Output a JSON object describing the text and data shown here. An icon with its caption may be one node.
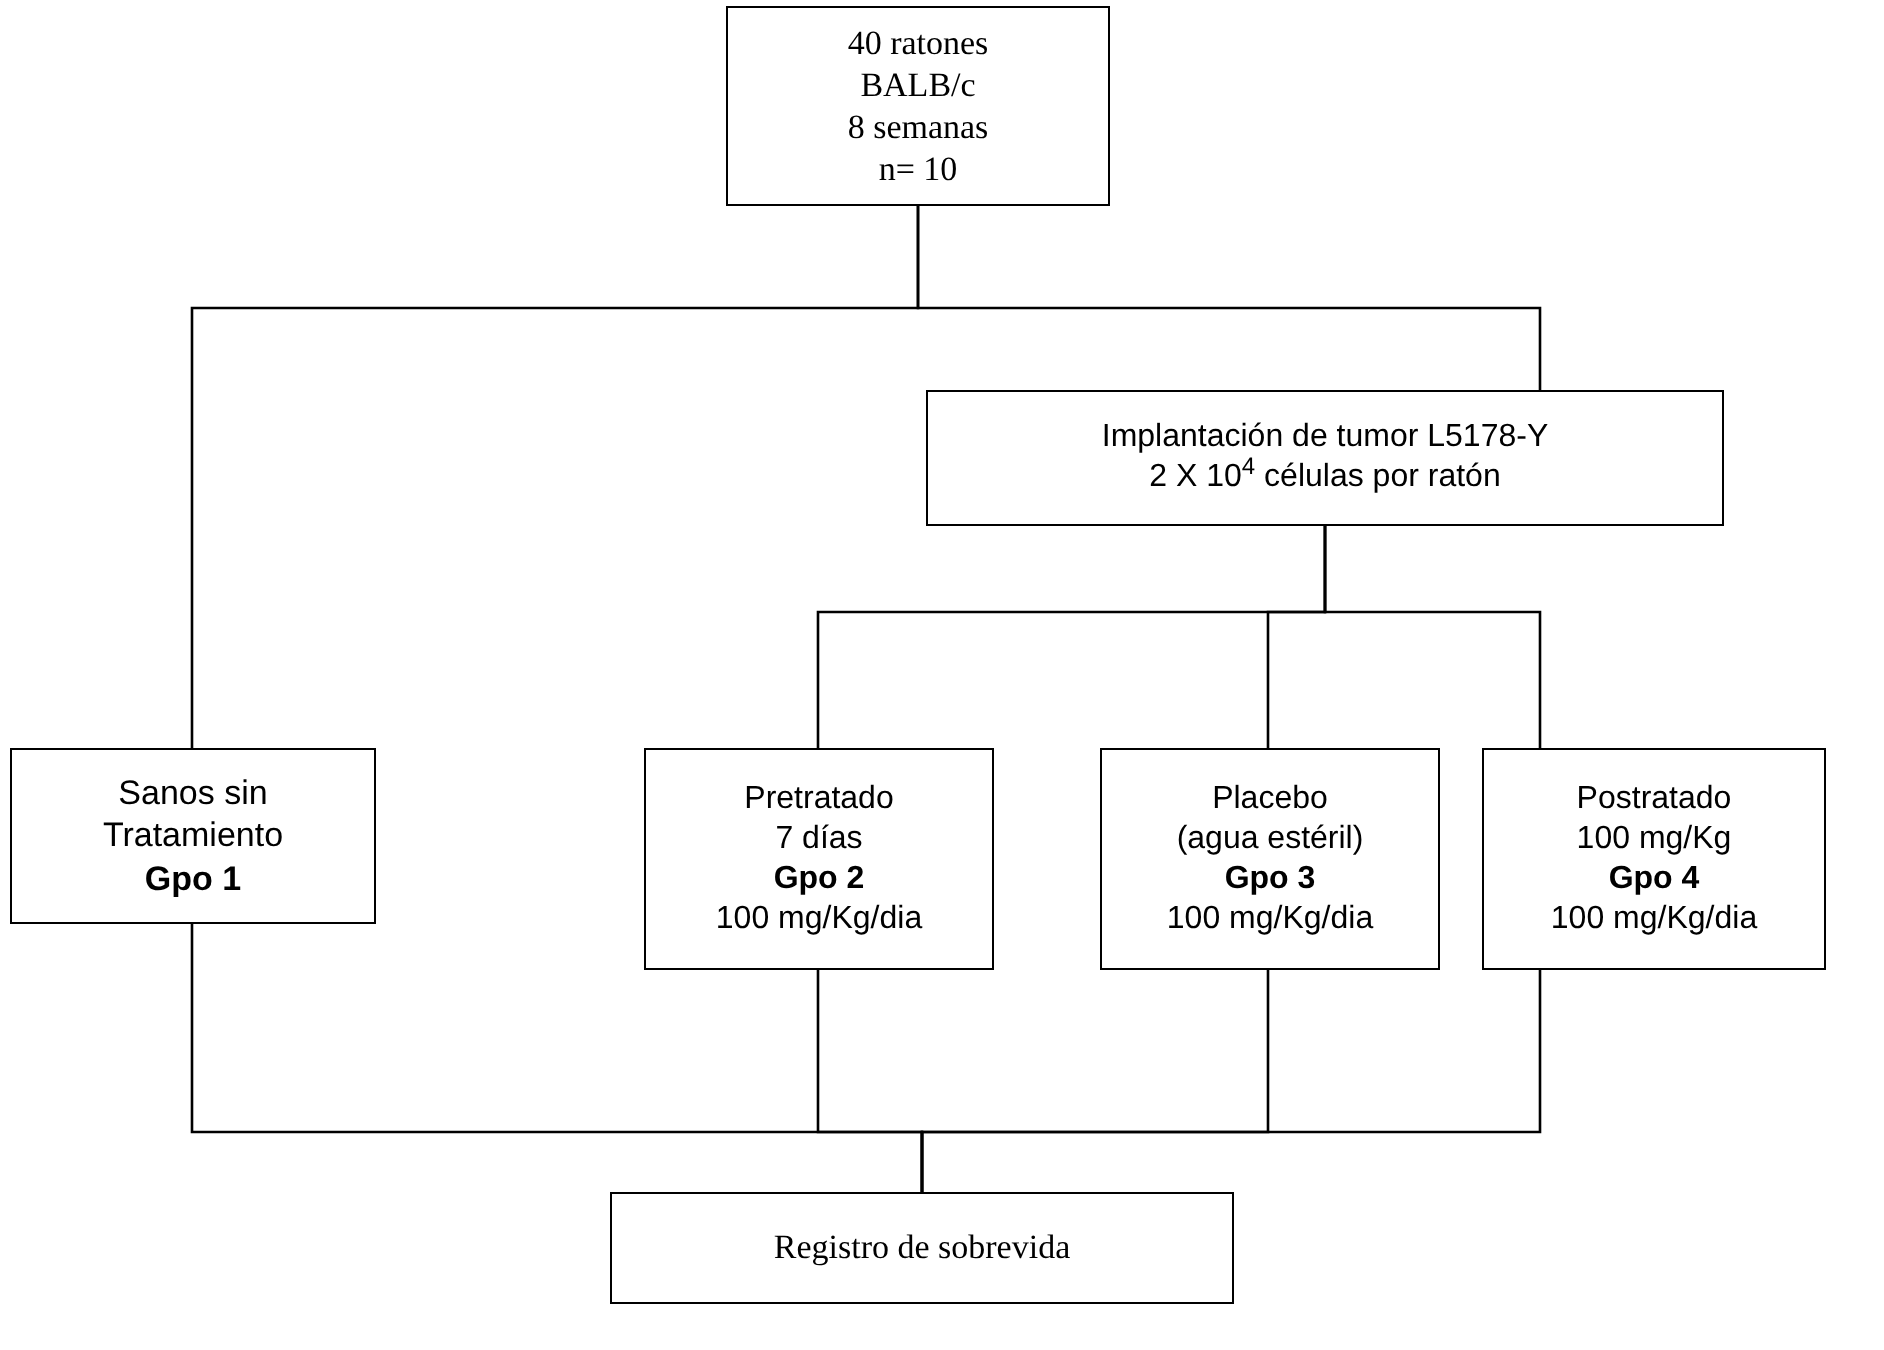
{
  "diagram": {
    "nodes": [
      {
        "text": [
          "40 ratones",
          "BALB/c",
          "8 semanas",
          "n= 10"
        ]
      },
      {
        "text": [
          "Implantación de tumor L5178-Y",
          "2 X 10$^{4}$ células por ratón"
        ]
      },
      {
        "text": [
          "Sanos sin",
          "Tratamiento",
          "Gpo 1"
        ]
      },
      {
        "text": [
          "Pretratado",
          "7 días",
          "Gpo 2",
          "100 mg/Kg/dia"
        ]
      },
      {
        "text": [
          "Placebo",
          "(agua estéril)",
          "Gpo 3",
          "100 mg/Kg/dia"
        ]
      },
      {
        "text": [
          "Postratado",
          "100 mg/Kg",
          "Gpo 4",
          "100 mg/Kg/dia"
        ]
      },
      {
        "text": [
          "Registro de sobrevida"
        ]
      }
    ],
    "edges": [
      {
        "from": 0,
        "to": 2,
        "arrow": "none"
      },
      {
        "from": 0,
        "to": 1,
        "arrow": "none"
      },
      {
        "from": 1,
        "to": 3,
        "arrow": "none"
      },
      {
        "from": 1,
        "to": 4,
        "arrow": "none"
      },
      {
        "from": 1,
        "to": 5,
        "arrow": "none"
      },
      {
        "from": 2,
        "to": 6,
        "arrow": "none"
      },
      {
        "from": 3,
        "to": 6,
        "arrow": "none"
      },
      {
        "from": 4,
        "to": 6,
        "arrow": "none"
      },
      {
        "from": 5,
        "to": 6,
        "arrow": "none"
      }
    ]
  }
}
